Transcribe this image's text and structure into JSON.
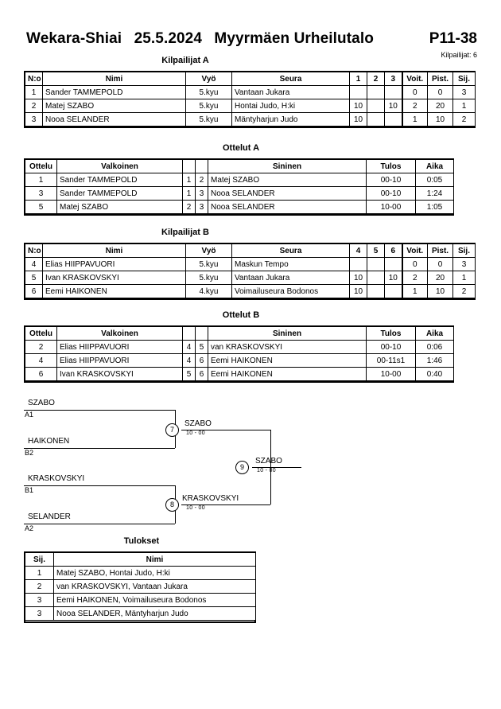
{
  "header": {
    "event": "Wekara-Shiai",
    "date": "25.5.2024",
    "venue": "Myyrmäen Urheilutalo",
    "category": "P11-38",
    "entrants": "Kilpailijat: 6"
  },
  "pools": [
    {
      "caption": "Kilpailijat A",
      "columns": [
        "N:o",
        "Nimi",
        "Vyö",
        "Seura",
        "1",
        "2",
        "3",
        "Voit.",
        "Pist.",
        "Sij."
      ],
      "rows": [
        {
          "no": "1",
          "name": "Sander TAMMEPOLD",
          "belt": "5.kyu",
          "club": "Vantaan Jukara",
          "s1": "",
          "s2": "",
          "s3": "",
          "wins": "0",
          "points": "0",
          "rank": "3"
        },
        {
          "no": "2",
          "name": "Matej SZABO",
          "belt": "5.kyu",
          "club": "Hontai Judo, H:ki",
          "s1": "10",
          "s2": "",
          "s3": "10",
          "wins": "2",
          "points": "20",
          "rank": "1"
        },
        {
          "no": "3",
          "name": "Nooa SELANDER",
          "belt": "5.kyu",
          "club": "Mäntyharjun Judo",
          "s1": "10",
          "s2": "",
          "s3": "",
          "wins": "1",
          "points": "10",
          "rank": "2"
        }
      ]
    },
    {
      "caption": "Kilpailijat B",
      "columns": [
        "N:o",
        "Nimi",
        "Vyö",
        "Seura",
        "4",
        "5",
        "6",
        "Voit.",
        "Pist.",
        "Sij."
      ],
      "rows": [
        {
          "no": "4",
          "name": "Elias HIIPPAVUORI",
          "belt": "5.kyu",
          "club": "Maskun Tempo",
          "s1": "",
          "s2": "",
          "s3": "",
          "wins": "0",
          "points": "0",
          "rank": "3"
        },
        {
          "no": "5",
          "name": "Ivan KRASKOVSKYI",
          "belt": "5.kyu",
          "club": "Vantaan Jukara",
          "s1": "10",
          "s2": "",
          "s3": "10",
          "wins": "2",
          "points": "20",
          "rank": "1"
        },
        {
          "no": "6",
          "name": "Eemi HAIKONEN",
          "belt": "4.kyu",
          "club": "Voimailuseura Bodonos",
          "s1": "10",
          "s2": "",
          "s3": "",
          "wins": "1",
          "points": "10",
          "rank": "2"
        }
      ]
    }
  ],
  "matches": [
    {
      "caption": "Ottelut A",
      "columns": [
        "Ottelu",
        "Valkoinen",
        "",
        "",
        "Sininen",
        "Tulos",
        "Aika"
      ],
      "rows": [
        {
          "no": "1",
          "white": "Sander TAMMEPOLD",
          "wn": "1",
          "bn": "2",
          "blue": "Matej SZABO",
          "result": "00-10",
          "time": "0:05"
        },
        {
          "no": "3",
          "white": "Sander TAMMEPOLD",
          "wn": "1",
          "bn": "3",
          "blue": "Nooa SELANDER",
          "result": "00-10",
          "time": "1:24"
        },
        {
          "no": "5",
          "white": "Matej SZABO",
          "wn": "2",
          "bn": "3",
          "blue": "Nooa SELANDER",
          "result": "10-00",
          "time": "1:05"
        }
      ]
    },
    {
      "caption": "Ottelut B",
      "columns": [
        "Ottelu",
        "Valkoinen",
        "",
        "",
        "Sininen",
        "Tulos",
        "Aika"
      ],
      "rows": [
        {
          "no": "2",
          "white": "Elias HIIPPAVUORI",
          "wn": "4",
          "bn": "5",
          "blue": "van KRASKOVSKYI",
          "result": "00-10",
          "time": "0:06"
        },
        {
          "no": "4",
          "white": "Elias HIIPPAVUORI",
          "wn": "4",
          "bn": "6",
          "blue": "Eemi HAIKONEN",
          "result": "00-11s1",
          "time": "1:46"
        },
        {
          "no": "6",
          "white": "Ivan KRASKOVSKYI",
          "wn": "5",
          "bn": "6",
          "blue": "Eemi HAIKONEN",
          "result": "10-00",
          "time": "0:40"
        }
      ]
    }
  ],
  "bracket": {
    "entries": [
      {
        "name": "SZABO",
        "seed": "A1"
      },
      {
        "name": "HAIKONEN",
        "seed": "B2"
      },
      {
        "name": "KRASKOVSKYI",
        "seed": "B1"
      },
      {
        "name": "SELANDER",
        "seed": "A2"
      }
    ],
    "semifinals": [
      {
        "node": "7",
        "winner": "SZABO",
        "score": "10 - 00"
      },
      {
        "node": "8",
        "winner": "KRASKOVSKYI",
        "score": "10 - 00"
      }
    ],
    "final": {
      "node": "9",
      "winner": "SZABO",
      "score": "10 - 00"
    }
  },
  "results": {
    "caption": "Tulokset",
    "columns": [
      "Sij.",
      "Nimi"
    ],
    "rows": [
      {
        "rank": "1",
        "name": "Matej SZABO, Hontai Judo, H:ki"
      },
      {
        "rank": "2",
        "name": "van KRASKOVSKYI, Vantaan Jukara"
      },
      {
        "rank": "3",
        "name": "Eemi HAIKONEN, Voimailuseura Bodonos"
      },
      {
        "rank": "3",
        "name": "Nooa SELANDER, Mäntyharjun Judo"
      }
    ]
  }
}
